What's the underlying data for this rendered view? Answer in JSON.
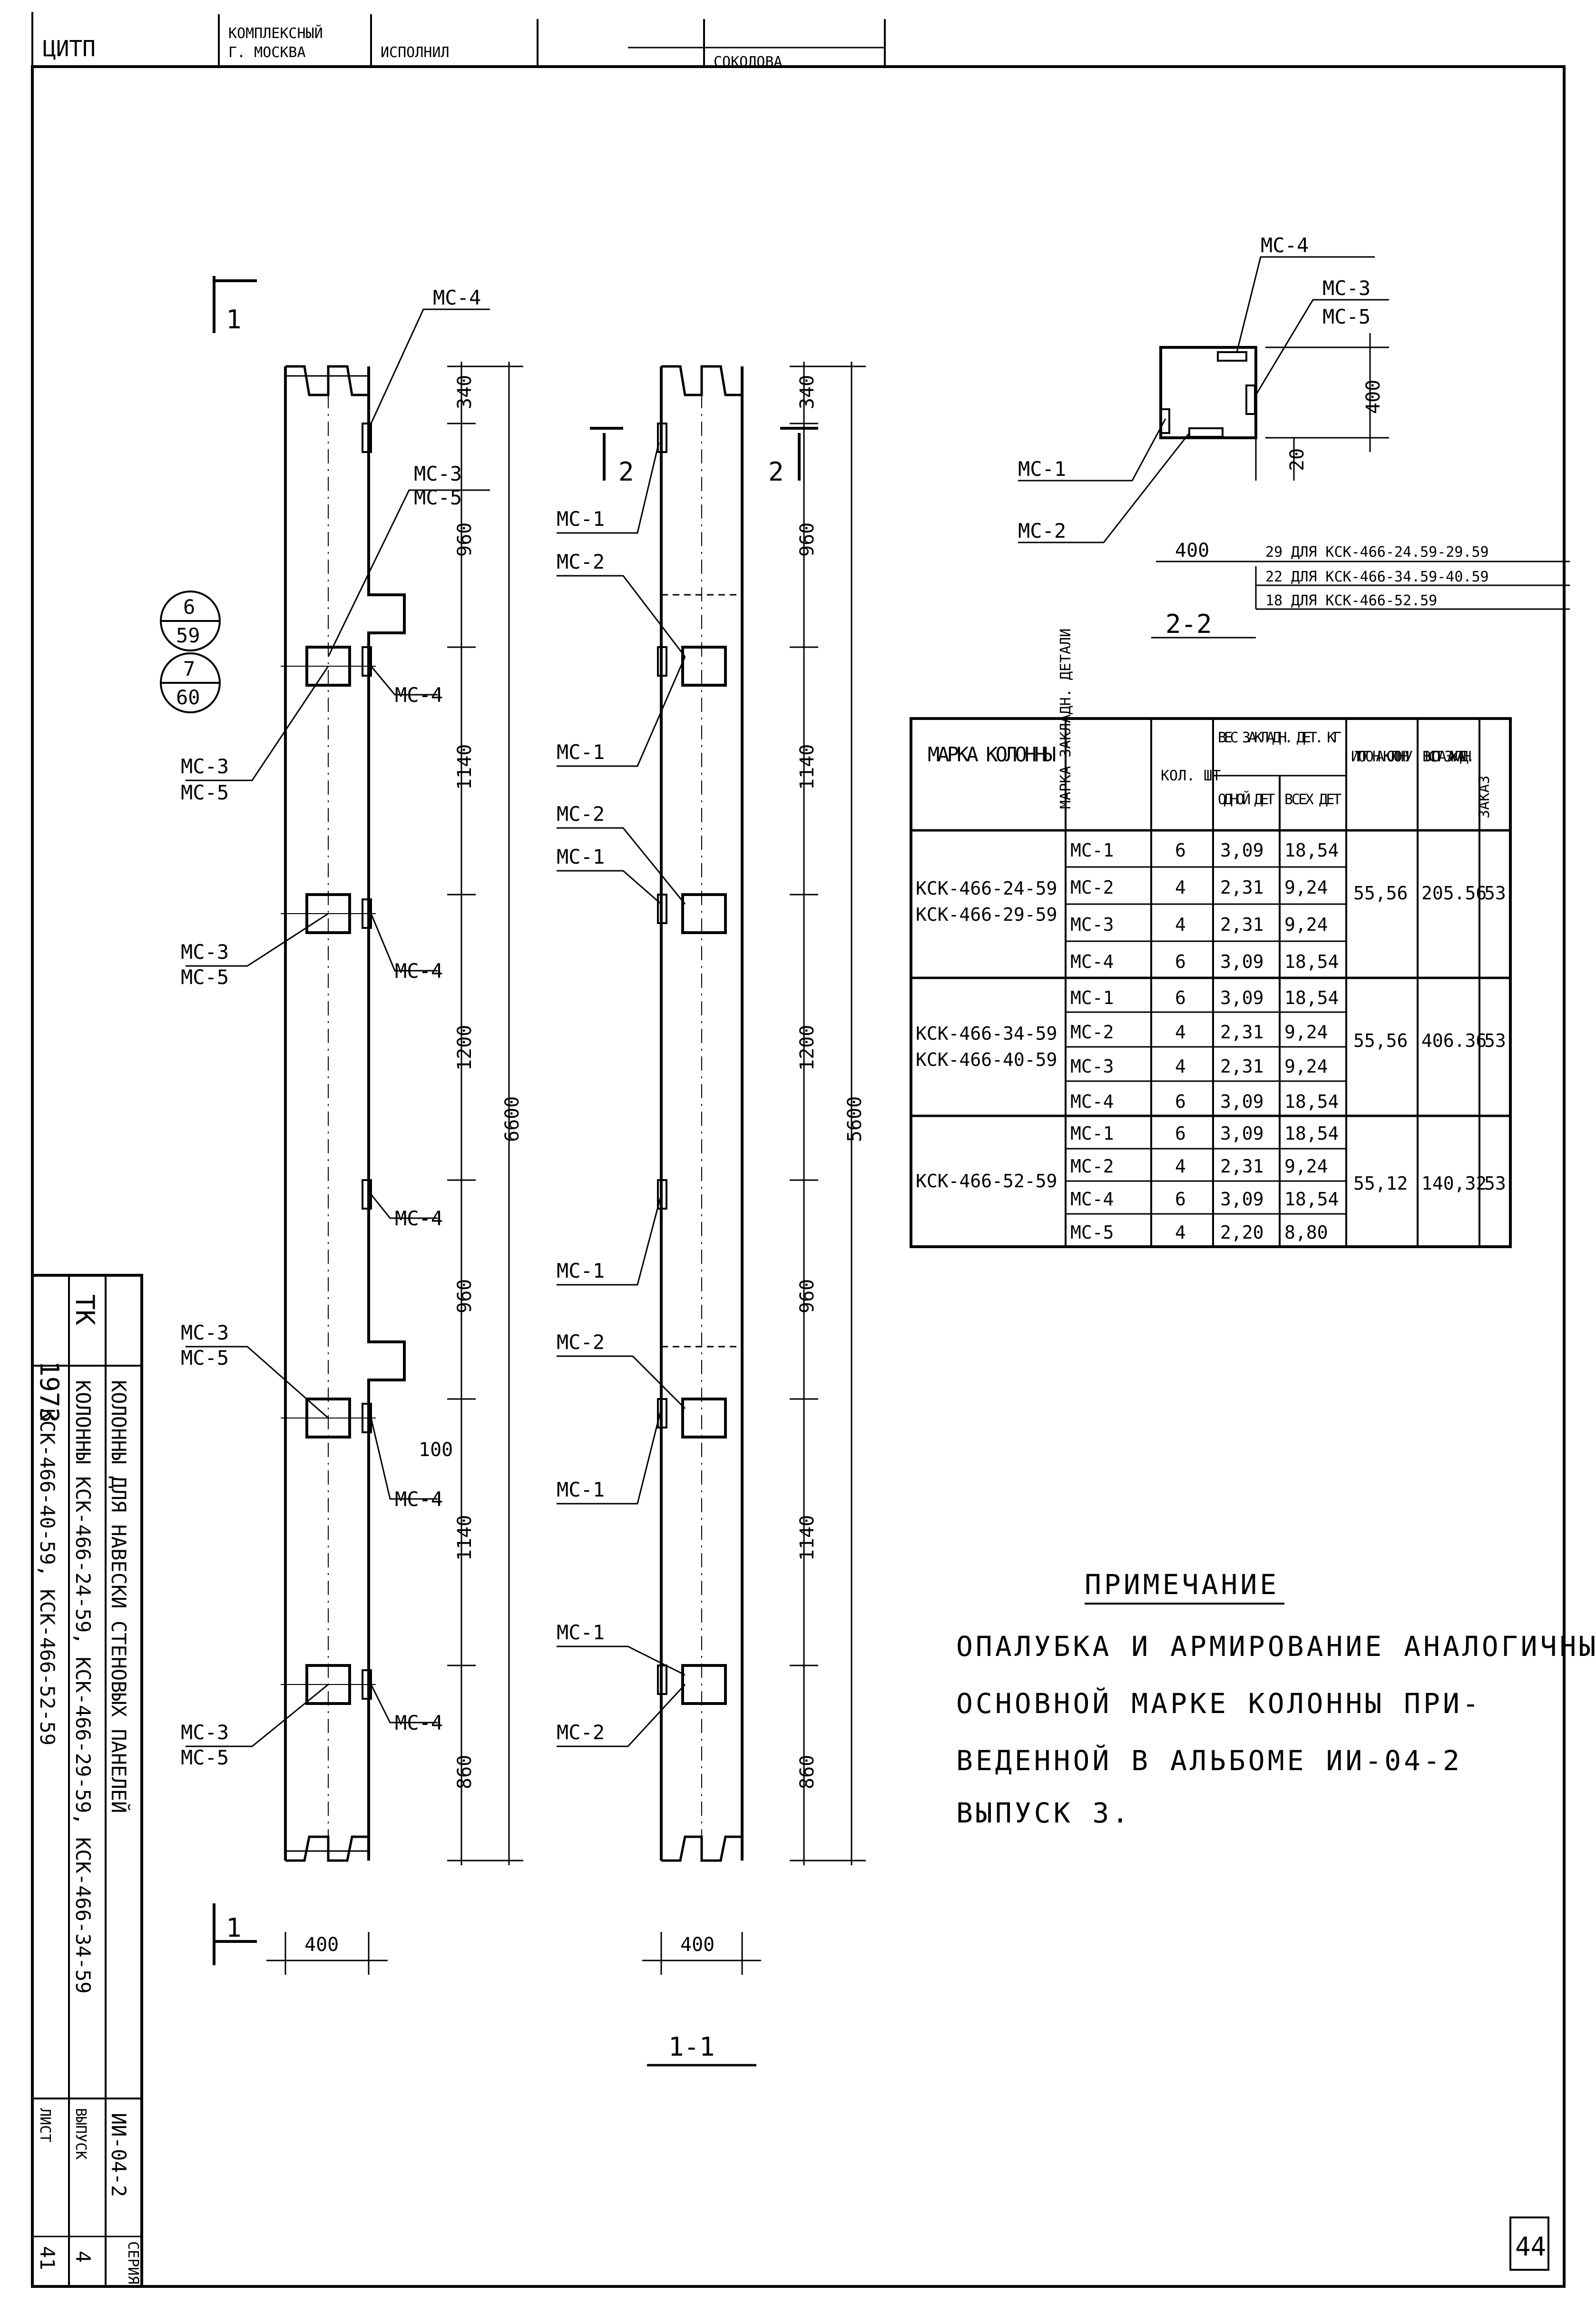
{
  "stamp": {
    "cells": [
      "ЦИТП",
      "КОМПЛЕКСНЫЙ",
      "Г. МОСКВА",
      "ИСПОЛНИЛ",
      "СОКОЛОВА"
    ]
  },
  "section_marks": {
    "left_top": "1",
    "left_bottom": "1",
    "left_2": "2",
    "right_2": "2"
  },
  "views": {
    "left": {
      "callouts": [
        "МС-4",
        "МС-3",
        "МС-5",
        "МС-4",
        "МС-3",
        "МС-5",
        "МС-3",
        "МС-5",
        "МС-4",
        "МС-4",
        "МС-3",
        "МС-5",
        "МС-4",
        "МС-3",
        "МС-5",
        "МС-4"
      ],
      "dims": [
        "340",
        "960",
        "1140",
        "1200",
        "960",
        "1140",
        "860"
      ],
      "total": "6600",
      "width": "400",
      "extra_dim": "100"
    },
    "right": {
      "callouts": [
        "МС-1",
        "МС-2",
        "МС-1",
        "МС-2",
        "МС-1",
        "МС-1",
        "МС-2",
        "МС-1",
        "МС-1",
        "МС-2"
      ],
      "dims": [
        "340",
        "960",
        "1140",
        "1200",
        "960",
        "1140",
        "860"
      ],
      "total": "5600",
      "width": "400",
      "title": "1-1"
    }
  },
  "refs": {
    "r1_top": "6",
    "r1_bot": "59",
    "r2_top": "7",
    "r2_bot": "60"
  },
  "section22": {
    "title": "2-2",
    "callouts": [
      "МС-4",
      "МС-3",
      "МС-5",
      "МС-1",
      "МС-2"
    ],
    "dims": [
      "400",
      "20",
      "400"
    ],
    "notes": [
      "29 ДЛЯ КСК-466-24.59-29.59",
      "22 ДЛЯ КСК-466-34.59-40.59",
      "18 ДЛЯ КСК-466-52.59"
    ]
  },
  "table": {
    "headers": [
      "МАРКА КОЛОННЫ",
      "МАРКА ЗАКЛАДН. ДЕТАЛИ",
      "КОЛ. ШТ",
      "ВЕС ЗАКЛАДН. ДЕТ. КГ",
      "ОДНОЙ ДЕТ",
      "ВСЕХ ДЕТ",
      "ИТОГО НА КОЛОННУ",
      "ВЫСОТА ЗАКЛАДН.",
      "ЗАКАЗ"
    ],
    "groups": [
      {
        "marks": [
          "КСК-466-24-59",
          "КСК-466-29-59"
        ],
        "rows": [
          [
            "МС-1",
            "6",
            "3,09",
            "18,54"
          ],
          [
            "МС-2",
            "4",
            "2,31",
            "9,24"
          ],
          [
            "МС-3",
            "4",
            "2,31",
            "9,24"
          ],
          [
            "МС-4",
            "6",
            "3,09",
            "18,54"
          ]
        ],
        "total": "55,56",
        "pos": "205.56",
        "num": "53"
      },
      {
        "marks": [
          "КСК-466-34-59",
          "КСК-466-40-59"
        ],
        "rows": [
          [
            "МС-1",
            "6",
            "3,09",
            "18,54"
          ],
          [
            "МС-2",
            "4",
            "2,31",
            "9,24"
          ],
          [
            "МС-3",
            "4",
            "2,31",
            "9,24"
          ],
          [
            "МС-4",
            "6",
            "3,09",
            "18,54"
          ]
        ],
        "total": "55,56",
        "pos": "406.36",
        "num": "53"
      },
      {
        "marks": [
          "КСК-466-52-59"
        ],
        "rows": [
          [
            "МС-1",
            "6",
            "3,09",
            "18,54"
          ],
          [
            "МС-2",
            "4",
            "2,31",
            "9,24"
          ],
          [
            "МС-4",
            "6",
            "3,09",
            "18,54"
          ],
          [
            "МС-5",
            "4",
            "2,20",
            "8,80"
          ]
        ],
        "total": "55,12",
        "pos": "140,32",
        "num": "53"
      }
    ]
  },
  "note": {
    "title": "ПРИМЕЧАНИЕ",
    "lines": [
      "ОПАЛУБКА И АРМИРОВАНИЕ АНАЛОГИЧНЫ",
      "ОСНОВНОЙ МАРКЕ КОЛОННЫ ПРИ-",
      "ВЕДЕННОЙ В АЛЬБОМЕ ИИ-04-2",
      "ВЫПУСК 3."
    ]
  },
  "titleblock": {
    "year": "1973",
    "tk": "ТК",
    "line1": "КОЛОННЫ ДЛЯ НАВЕСКИ СТЕНОВЫХ ПАНЕЛЕЙ",
    "line2": "КОЛОННЫ КСК-466-24-59, КСК-466-29-59, КСК-466-34-59",
    "line3": "КСК-466-40-59, КСК-466-52-59",
    "series": "ИИ-04-2",
    "series_lbl": "СЕРИЯ",
    "vyp": "ВЫПУСК",
    "vyp_val": "4",
    "list_lbl": "ЛИСТ",
    "list_val": "41"
  },
  "page_number": "44"
}
